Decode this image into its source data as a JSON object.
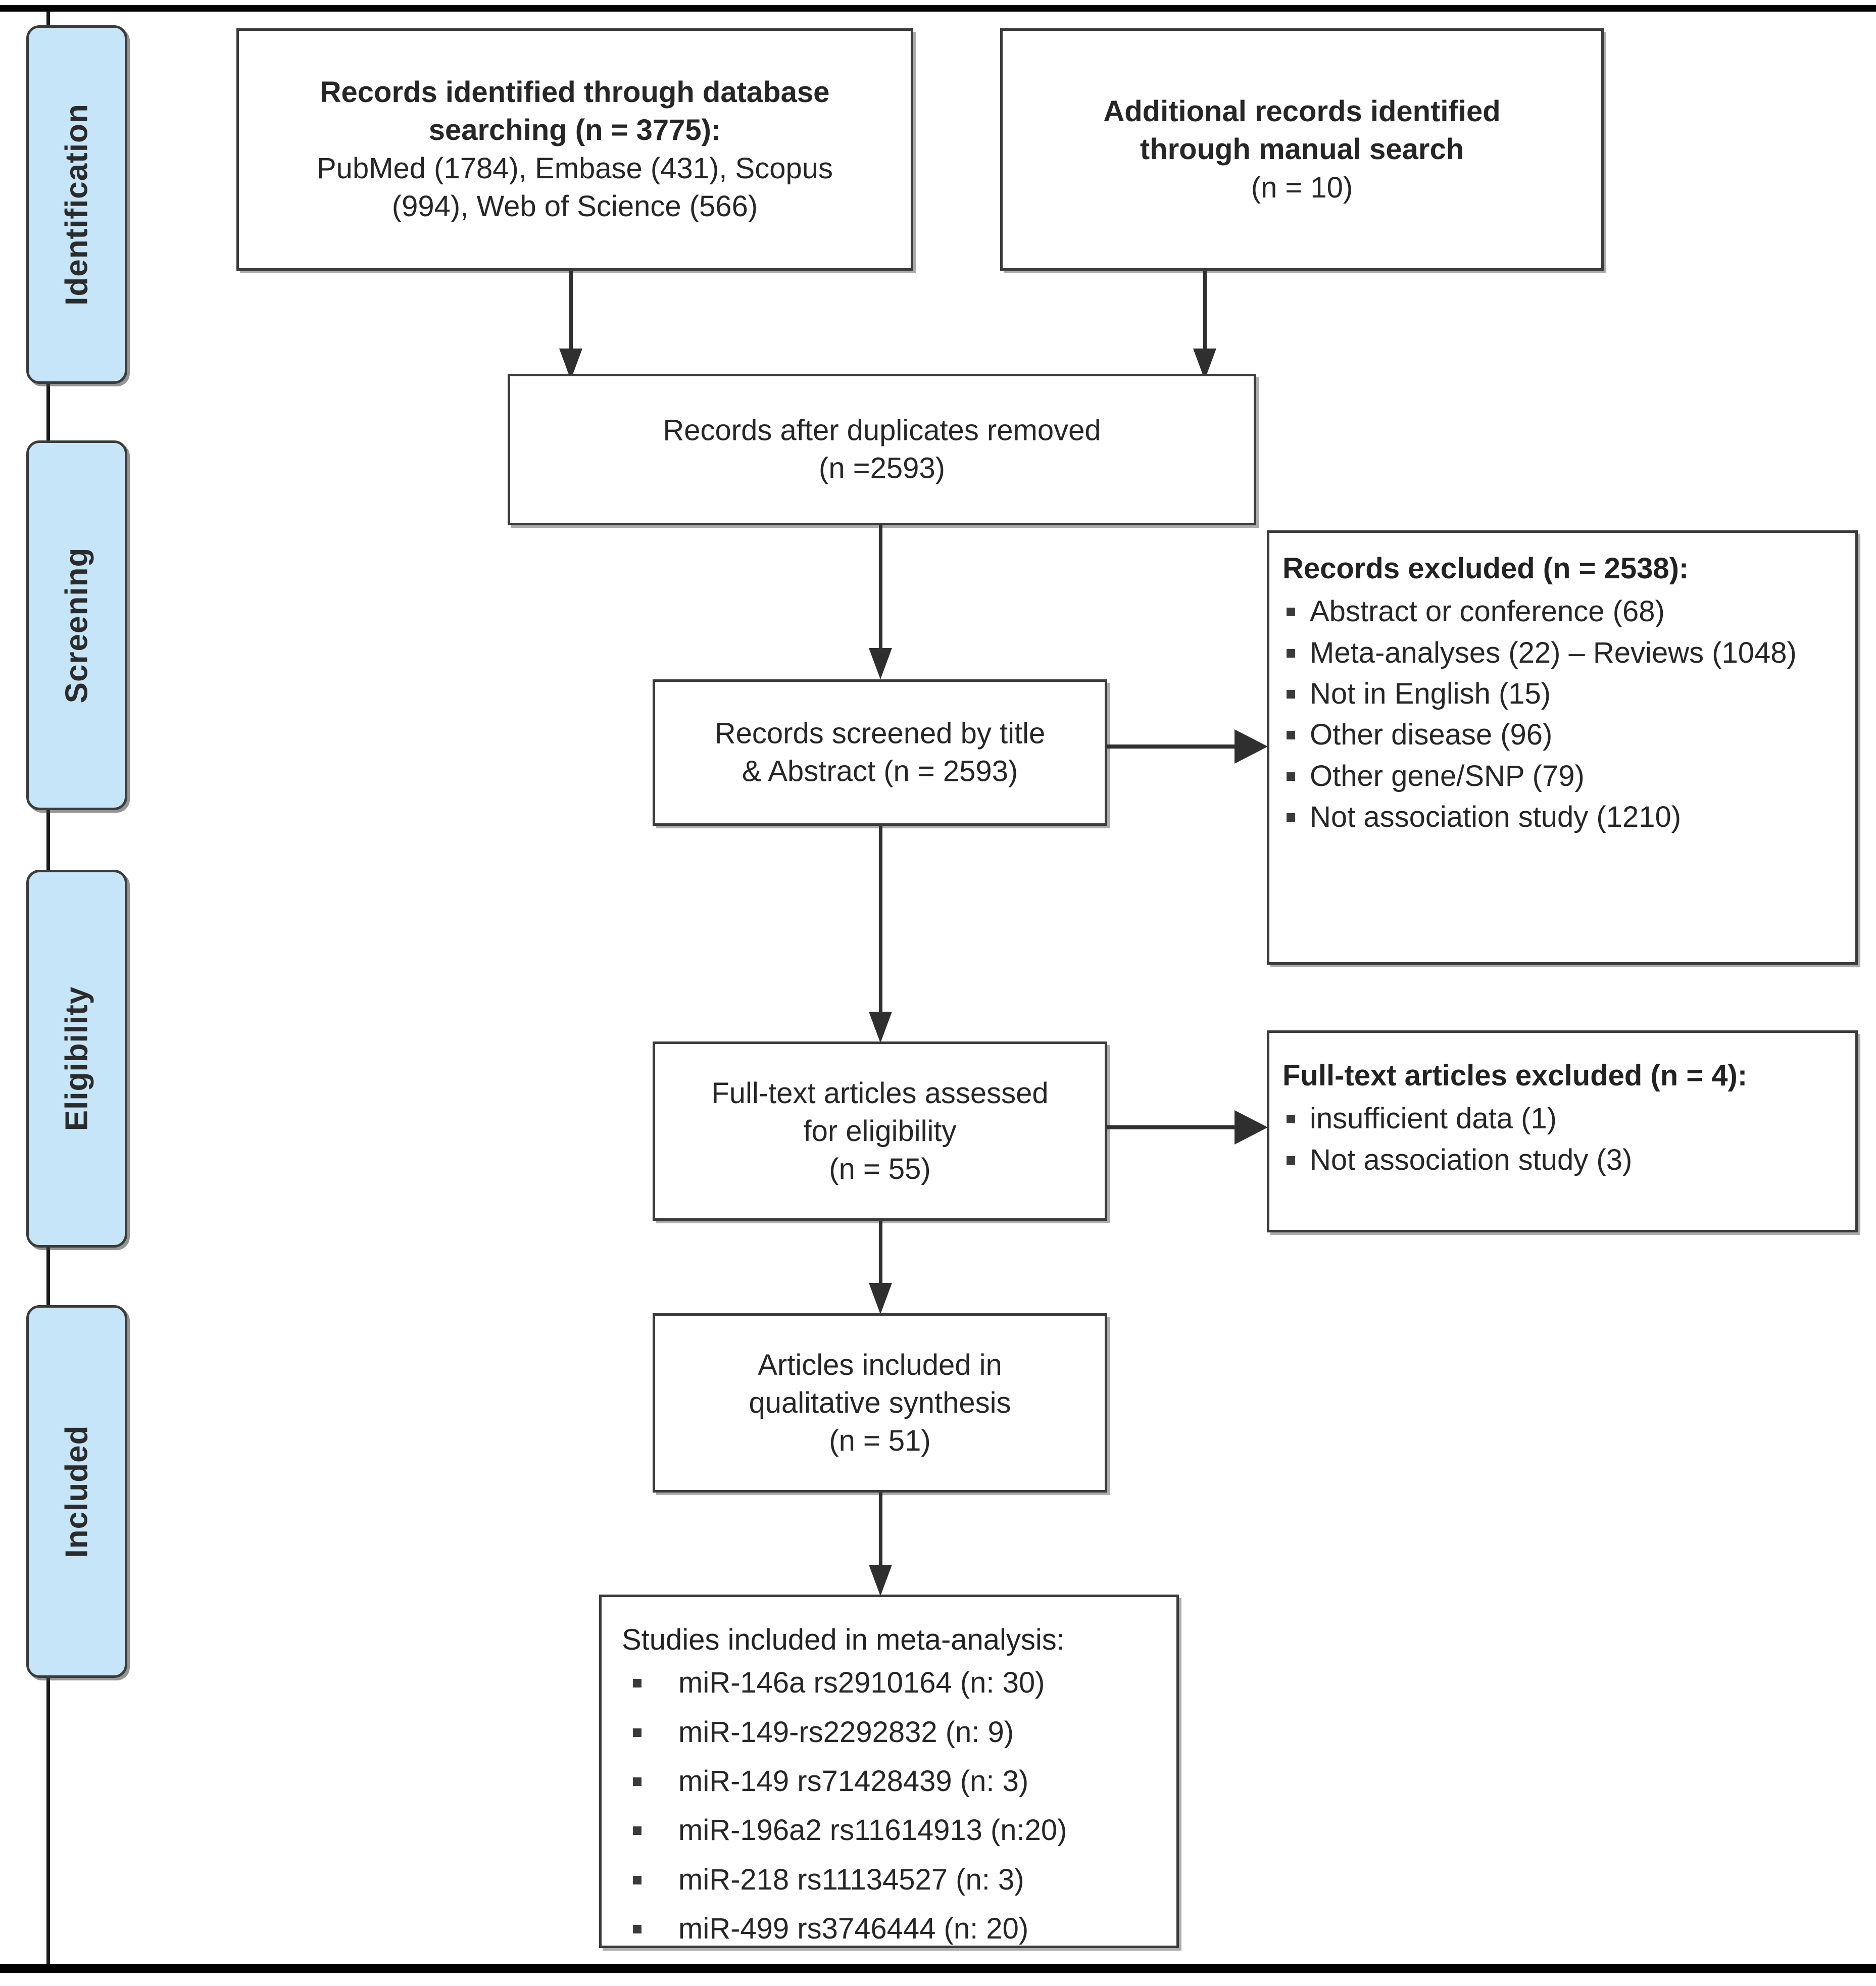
{
  "diagram": {
    "title": "PRISMA flow diagram",
    "accent_blue": "#c6e5f8",
    "stroke": "#3b3b3b",
    "text_color": "#262626"
  },
  "stages": [
    {
      "label": "Identification"
    },
    {
      "label": "Screening"
    },
    {
      "label": "Eligibility"
    },
    {
      "label": "Included"
    }
  ],
  "boxes": {
    "database_search": {
      "line1": "Records identified through database",
      "line2": "searching (n = 3775):",
      "line3": "PubMed (1784), Embase (431), Scopus",
      "line4": "(994), Web of Science (566)"
    },
    "manual_search": {
      "line1": "Additional records identified",
      "line2": "through manual search",
      "line3": "(n = 10)"
    },
    "duplicates_removed": {
      "line1": "Records after duplicates removed",
      "line2": "(n =2593)"
    },
    "records_screened": {
      "line1": "Records screened by title",
      "line2": "& Abstract (n = 2593)"
    },
    "records_excluded": {
      "heading": "Records excluded (n = 2538):",
      "items": [
        "Abstract or conference (68)",
        "Meta-analyses (22) – Reviews (1048)",
        "Not in English (15)",
        "Other disease (96)",
        "Other gene/SNP (79)",
        "Not association study (1210)"
      ]
    },
    "fulltext_assessed": {
      "line1": "Full-text articles assessed",
      "line2": "for eligibility",
      "line3": "(n =  55)"
    },
    "fulltext_excluded": {
      "heading": "Full-text articles excluded (n = 4):",
      "items": [
        "insufficient data (1)",
        "Not association study (3)"
      ]
    },
    "qualitative_synthesis": {
      "line1": "Articles included in",
      "line2": "qualitative synthesis",
      "line3": "(n = 51)"
    },
    "meta_analysis": {
      "heading": "Studies included in meta-analysis:",
      "items": [
        "miR-146a rs2910164 (n: 30)",
        "miR-149-rs2292832 (n: 9)",
        "miR-149 rs71428439 (n: 3)",
        "miR-196a2 rs11614913 (n:20)",
        "miR-218 rs11134527 (n: 3)",
        "miR-499 rs3746444 (n: 20)"
      ]
    }
  }
}
